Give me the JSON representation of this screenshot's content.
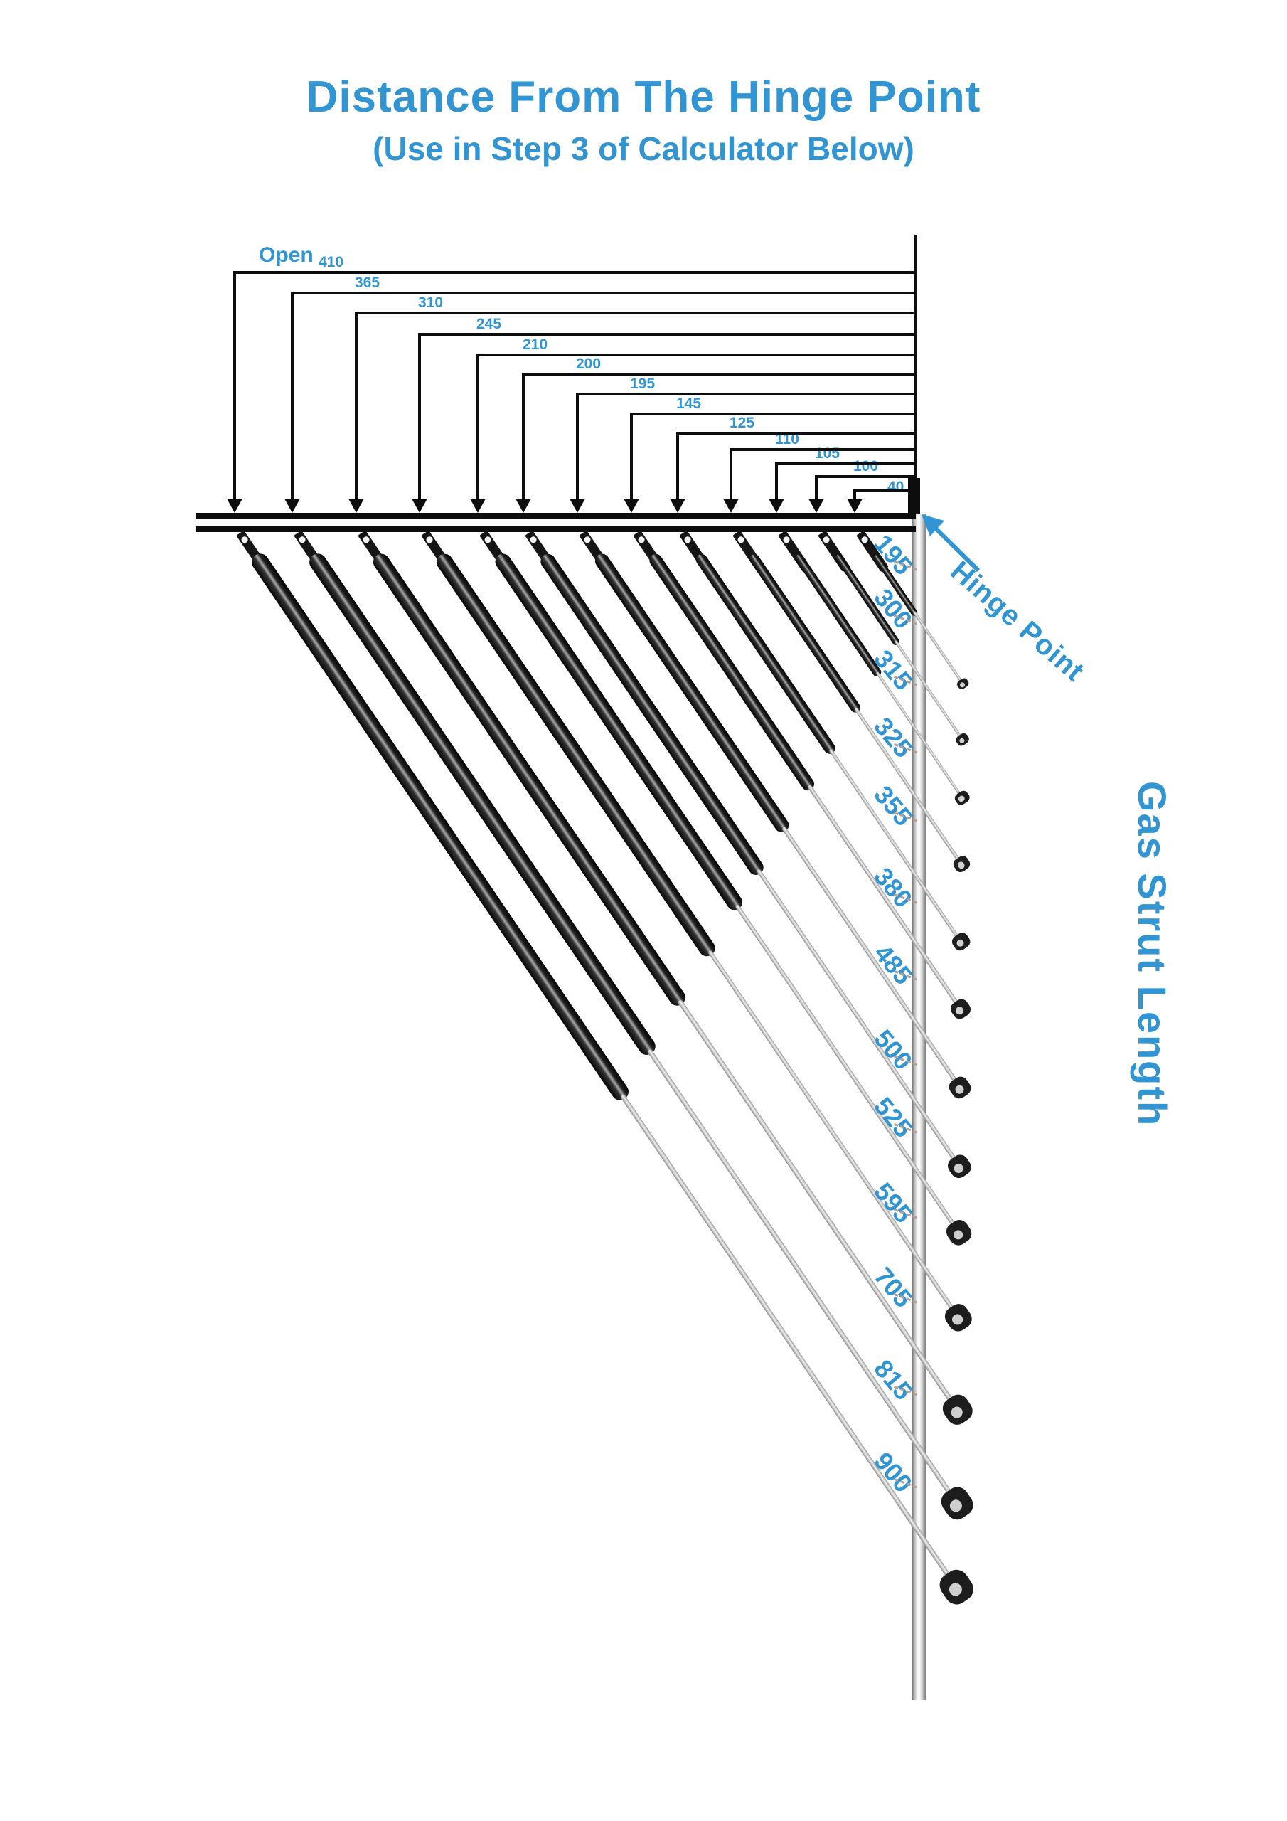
{
  "page": {
    "title": "Distance From The Hinge Point",
    "subtitle": "(Use in Step 3 of Calculator Below)"
  },
  "colors": {
    "accent": "#3095d2",
    "line": "#0d0d0d",
    "leader_dash": "#b3a09b",
    "strut_black": "#161616",
    "rod_gray": "#c9c9c9",
    "eyelet_hole": "#cfcfcf"
  },
  "diagram": {
    "open_label": "Open",
    "hinge_point_label": "Hinge Point",
    "axis_label": "Gas Strut Length",
    "struts": [
      {
        "distance_from_hinge": "410",
        "strut_length": "900"
      },
      {
        "distance_from_hinge": "365",
        "strut_length": "815"
      },
      {
        "distance_from_hinge": "310",
        "strut_length": "705"
      },
      {
        "distance_from_hinge": "245",
        "strut_length": "595"
      },
      {
        "distance_from_hinge": "210",
        "strut_length": "525"
      },
      {
        "distance_from_hinge": "200",
        "strut_length": "500"
      },
      {
        "distance_from_hinge": "195",
        "strut_length": "485"
      },
      {
        "distance_from_hinge": "145",
        "strut_length": "380"
      },
      {
        "distance_from_hinge": "125",
        "strut_length": "355"
      },
      {
        "distance_from_hinge": "110",
        "strut_length": "325"
      },
      {
        "distance_from_hinge": "105",
        "strut_length": "315"
      },
      {
        "distance_from_hinge": "100",
        "strut_length": "300"
      },
      {
        "distance_from_hinge": "40",
        "strut_length": "195"
      }
    ],
    "strut_length_labels_top_to_bottom": [
      "195",
      "300",
      "315",
      "325",
      "355",
      "380",
      "485",
      "500",
      "525",
      "595",
      "705",
      "815",
      "900"
    ]
  }
}
